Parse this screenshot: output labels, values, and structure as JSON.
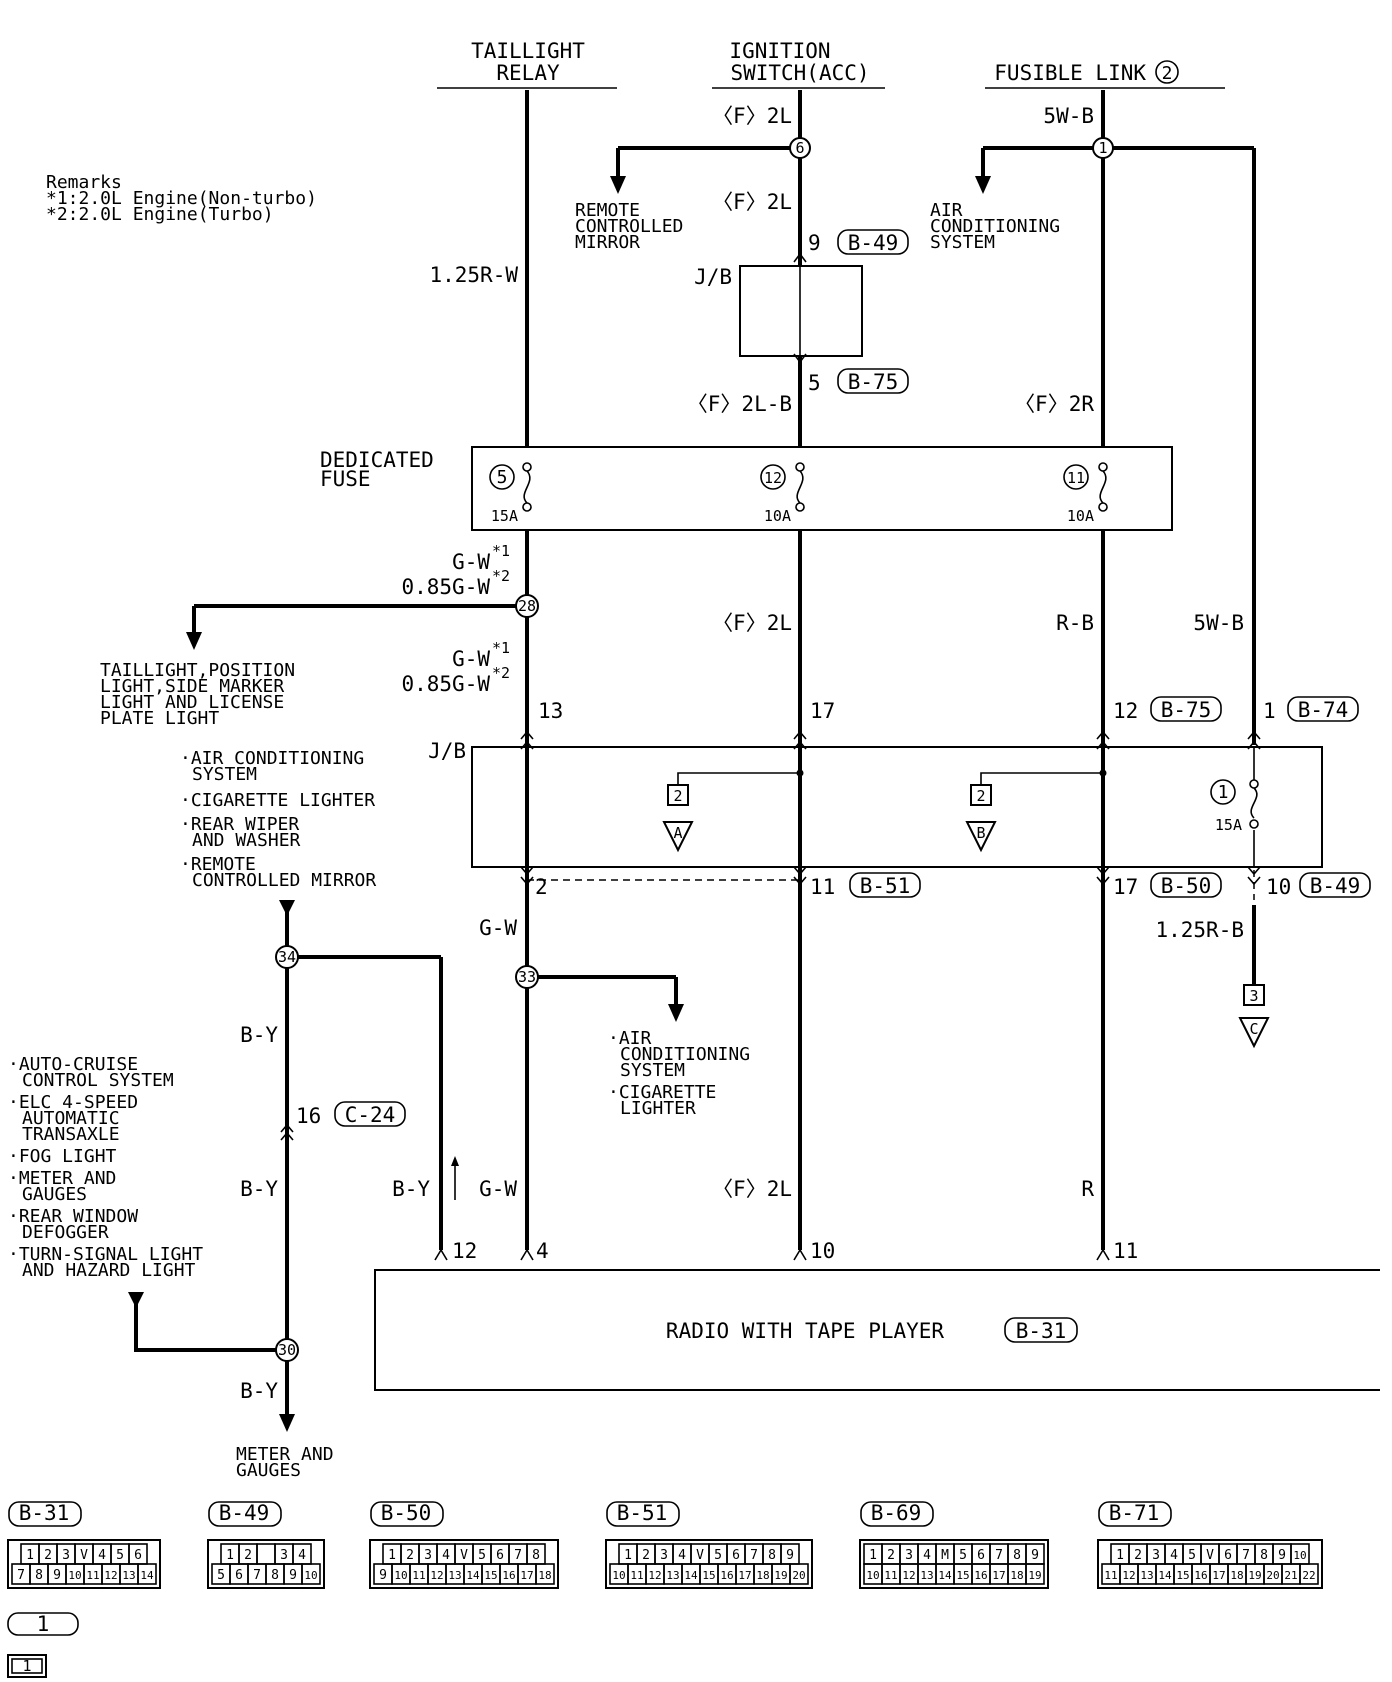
{
  "sources": {
    "taillight_relay": [
      "TAILLIGHT",
      "RELAY"
    ],
    "ignition_switch": [
      "IGNITION",
      "SWITCH(ACC)"
    ],
    "fusible_link": "FUSIBLE LINK",
    "fusible_link_num": "2"
  },
  "remarks": {
    "title": "Remarks",
    "line1": "*1:2.0L Engine(Non-turbo)",
    "line2": "*2:2.0L Engine(Turbo)"
  },
  "wires": {
    "w_125rw": "1.25R-W",
    "w_f2l": "〈F〉2L",
    "w_5wb": "5W-B",
    "w_f2lb": "〈F〉2L-B",
    "w_f2r": "〈F〉2R",
    "w_gw1": "G-W",
    "w_gw1_sup": "*1",
    "w_085gw": "0.85G-W",
    "w_085gw_sup": "*2",
    "w_rb": "R-B",
    "w_gw": "G-W",
    "w_by": "B-Y",
    "w_125rb": "1.25R-B",
    "w_r": "R"
  },
  "branches": {
    "remote_mirror": [
      "REMOTE",
      "CONTROLLED",
      "MIRROR"
    ],
    "air_cond": [
      "AIR",
      "CONDITIONING",
      "SYSTEM"
    ],
    "taillight": [
      "TAILLIGHT,POSITION",
      "LIGHT,SIDE MARKER",
      "LIGHT AND LICENSE",
      "PLATE LIGHT"
    ],
    "jb_list": [
      "·AIR CONDITIONING",
      "SYSTEM",
      "·CIGARETTE LIGHTER",
      "·REAR WIPER",
      "AND WASHER",
      "·REMOTE",
      "CONTROLLED MIRROR"
    ],
    "ac_cig": [
      "·AIR",
      "CONDITIONING",
      "SYSTEM",
      "·CIGARETTE",
      "LIGHTER"
    ],
    "left_list": [
      "·AUTO-CRUISE",
      "CONTROL SYSTEM",
      "·ELC 4-SPEED",
      "AUTOMATIC",
      "TRANSAXLE",
      "·FOG LIGHT",
      "·METER AND",
      "GAUGES",
      "·REAR WINDOW",
      "DEFOGGER",
      "·TURN-SIGNAL LIGHT",
      "AND HAZARD LIGHT"
    ],
    "meter": [
      "METER AND",
      "GAUGES"
    ]
  },
  "jb": {
    "label": "J/B"
  },
  "fuse_box": {
    "title": [
      "DEDICATED",
      "FUSE"
    ],
    "fuses": [
      {
        "num": "5",
        "amp": "15A"
      },
      {
        "num": "12",
        "amp": "10A"
      },
      {
        "num": "11",
        "amp": "10A"
      }
    ]
  },
  "jb_fuse": {
    "num": "1",
    "amp": "15A"
  },
  "junctions": {
    "j6": "6",
    "j1": "1",
    "j28": "28",
    "j33": "33",
    "j34": "34",
    "j30": "30"
  },
  "pins": {
    "p9": "9",
    "p5": "5",
    "p13": "13",
    "p17a": "17",
    "p12a": "12",
    "p1": "1",
    "p2": "2",
    "p11a": "11",
    "p17b": "17",
    "p10a": "10",
    "p16": "16",
    "p12b": "12",
    "p4": "4",
    "p10b": "10",
    "p11b": "11"
  },
  "connectors": {
    "b49": "B-49",
    "b75": "B-75",
    "b74": "B-74",
    "b51": "B-51",
    "b50": "B-50",
    "c24": "C-24",
    "b31": "B-31"
  },
  "terminals": {
    "t2a": "2",
    "ta": "A",
    "t2b": "2",
    "tb": "B",
    "t3": "3",
    "tc": "C"
  },
  "radio": {
    "label": "RADIO WITH TAPE PLAYER",
    "conn": "B-31"
  },
  "legend": [
    {
      "label": "B-31",
      "rows": [
        [
          "1",
          "2",
          "3",
          "V",
          "4",
          "5",
          "6"
        ],
        [
          "7",
          "8",
          "9",
          "10",
          "11",
          "12",
          "13",
          "14"
        ]
      ]
    },
    {
      "label": "B-49",
      "rows": [
        [
          "1",
          "2",
          "",
          "3",
          "4"
        ],
        [
          "5",
          "6",
          "7",
          "8",
          "9",
          "10"
        ]
      ]
    },
    {
      "label": "B-50",
      "rows": [
        [
          "1",
          "2",
          "3",
          "4",
          "V",
          "5",
          "6",
          "7",
          "8"
        ],
        [
          "9",
          "10",
          "11",
          "12",
          "13",
          "14",
          "15",
          "16",
          "17",
          "18"
        ]
      ]
    },
    {
      "label": "B-51",
      "rows": [
        [
          "1",
          "2",
          "3",
          "4",
          "V",
          "5",
          "6",
          "7",
          "8",
          "9"
        ],
        [
          "10",
          "11",
          "12",
          "13",
          "14",
          "15",
          "16",
          "17",
          "18",
          "19",
          "20"
        ]
      ]
    },
    {
      "label": "B-69",
      "rows": [
        [
          "1",
          "2",
          "3",
          "4",
          "M",
          "5",
          "6",
          "7",
          "8",
          "9"
        ],
        [
          "10",
          "11",
          "12",
          "13",
          "14",
          "15",
          "16",
          "17",
          "18",
          "19"
        ]
      ]
    },
    {
      "label": "B-71",
      "rows": [
        [
          "1",
          "2",
          "3",
          "4",
          "5",
          "V",
          "6",
          "7",
          "8",
          "9",
          "10"
        ],
        [
          "11",
          "12",
          "13",
          "14",
          "15",
          "16",
          "17",
          "18",
          "19",
          "20",
          "21",
          "22"
        ]
      ]
    }
  ],
  "legend_symbols": {
    "s1": "1",
    "s2": "1"
  }
}
